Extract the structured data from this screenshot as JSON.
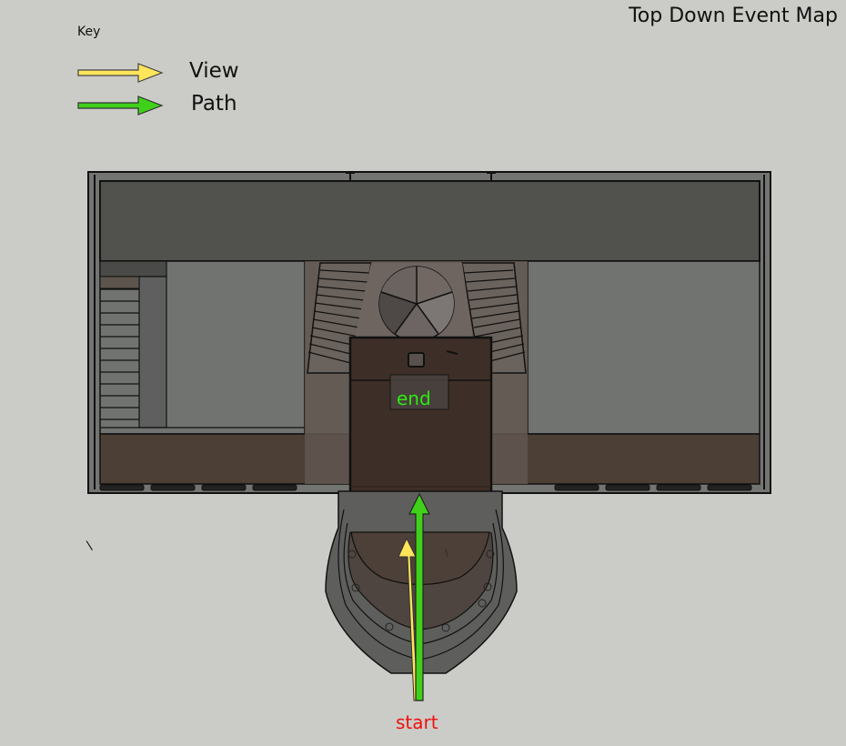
{
  "header": {
    "title": "Top Down Event Map"
  },
  "key": {
    "label": "Key",
    "items": [
      {
        "name": "view",
        "label": "View",
        "icon": "yellow-arrow-icon",
        "color": "#ffe55a"
      },
      {
        "name": "path",
        "label": "Path",
        "icon": "green-arrow-icon",
        "color": "#3fd11a"
      }
    ]
  },
  "map": {
    "markers": {
      "end": {
        "label": "end",
        "color": "#2eea12"
      },
      "start": {
        "label": "start",
        "color": "#ee1111"
      }
    },
    "stray_mark": "\\",
    "colors": {
      "background": "#cbccc7",
      "outer_wall": "#737573",
      "roof_band": "#51524d",
      "room_floor": "#717371",
      "corridor": "#4b3f36",
      "central_hall": "#3d2f27",
      "stair_treads": "#6a625c",
      "outline": "#111111"
    }
  }
}
